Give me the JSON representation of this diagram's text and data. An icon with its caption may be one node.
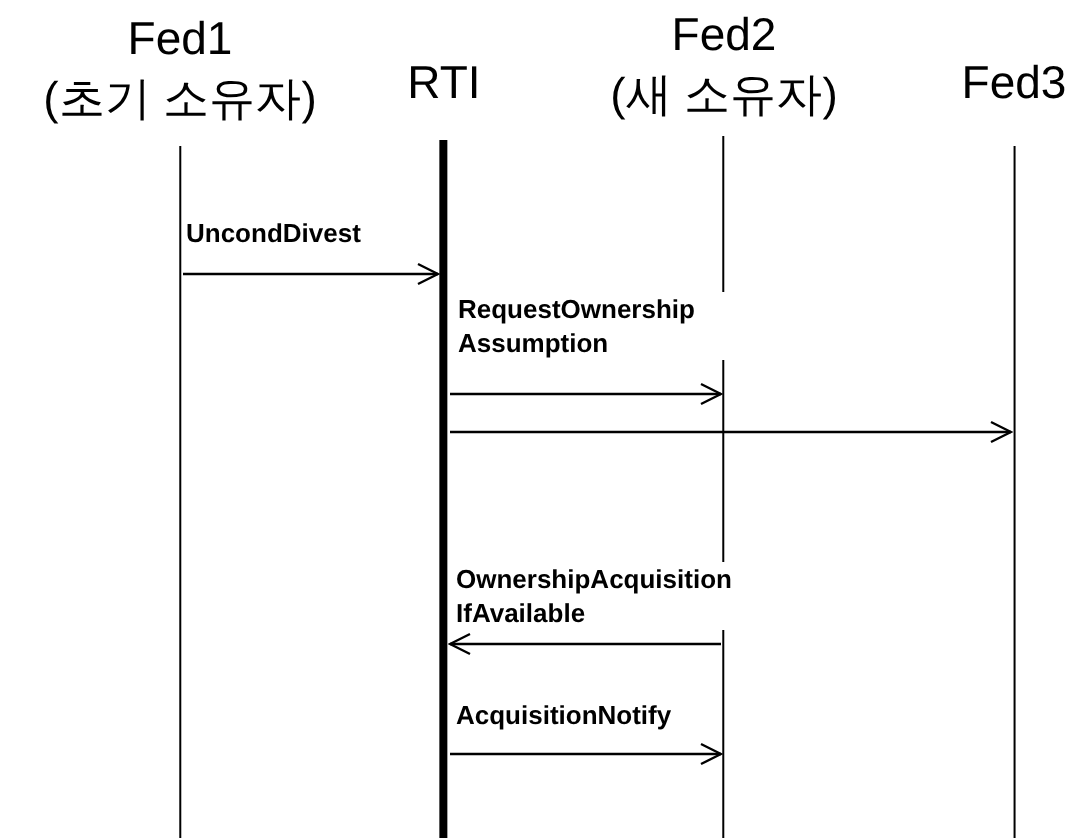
{
  "diagram": {
    "nodes": [
      {
        "text": [
          "Fed1",
          "(초기 소유자)"
        ]
      },
      {
        "text": [
          "RTI"
        ]
      },
      {
        "text": [
          "Fed2",
          "(새 소유자)"
        ]
      },
      {
        "text": [
          "Fed3"
        ]
      }
    ],
    "edges": [
      {
        "from": 0,
        "to": 1,
        "arrow": "to",
        "label": "UncondDivest"
      },
      {
        "from": 1,
        "to": 2,
        "arrow": "to",
        "label": "RequestOwnership Assumption"
      },
      {
        "from": 1,
        "to": 3,
        "arrow": "to"
      },
      {
        "from": 2,
        "to": 1,
        "arrow": "to",
        "label": "OwnershipAcquisition IfAvailable"
      },
      {
        "from": 1,
        "to": 2,
        "arrow": "to",
        "label": "AcquisitionNotify"
      }
    ]
  }
}
